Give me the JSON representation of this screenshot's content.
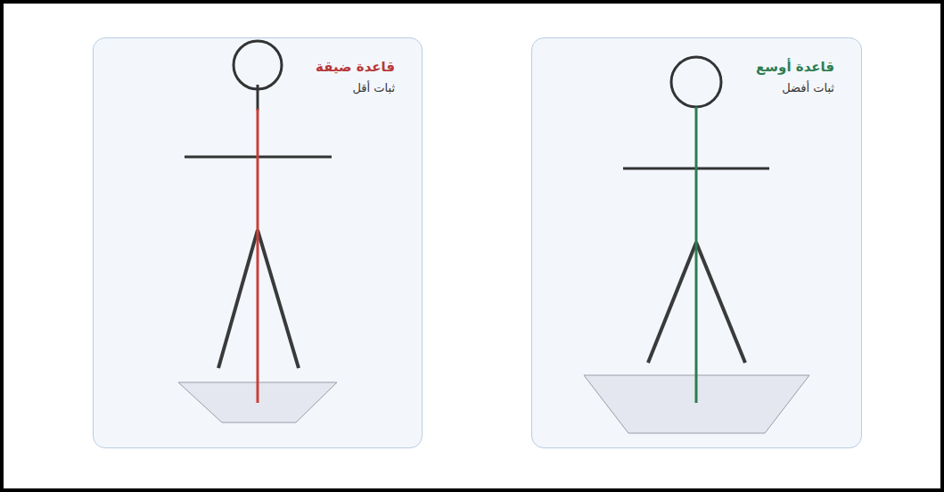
{
  "diagram": {
    "nodes": [
      {
        "text": [
          "قاعدة أوسع",
          "ثبات أفضل"
        ]
      },
      {
        "text": [
          "قاعدة ضيقة",
          "ثبات أقل"
        ]
      }
    ]
  }
}
